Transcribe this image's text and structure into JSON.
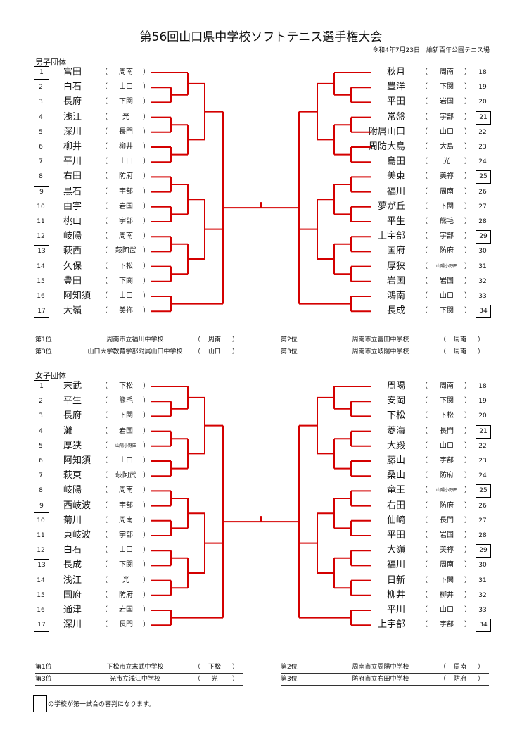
{
  "title": "第56回山口県中学校ソフトテニス選手権大会",
  "subtitle": "令和4年7月23日　維新百年公園テニス場",
  "boys": {
    "label": "男子団体",
    "left": [
      {
        "seed": "1",
        "school": "富田",
        "pref": "周南",
        "box": true
      },
      {
        "seed": "2",
        "school": "白石",
        "pref": "山口",
        "box": false
      },
      {
        "seed": "3",
        "school": "長府",
        "pref": "下関",
        "box": false
      },
      {
        "seed": "4",
        "school": "浅江",
        "pref": "光",
        "box": false
      },
      {
        "seed": "5",
        "school": "深川",
        "pref": "長門",
        "box": false
      },
      {
        "seed": "6",
        "school": "柳井",
        "pref": "柳井",
        "box": false
      },
      {
        "seed": "7",
        "school": "平川",
        "pref": "山口",
        "box": false
      },
      {
        "seed": "8",
        "school": "右田",
        "pref": "防府",
        "box": false
      },
      {
        "seed": "9",
        "school": "黒石",
        "pref": "宇部",
        "box": true
      },
      {
        "seed": "10",
        "school": "由宇",
        "pref": "岩国",
        "box": false
      },
      {
        "seed": "11",
        "school": "桃山",
        "pref": "宇部",
        "box": false
      },
      {
        "seed": "12",
        "school": "岐陽",
        "pref": "周南",
        "box": false
      },
      {
        "seed": "13",
        "school": "萩西",
        "pref": "萩阿武",
        "box": true
      },
      {
        "seed": "14",
        "school": "久保",
        "pref": "下松",
        "box": false
      },
      {
        "seed": "15",
        "school": "豊田",
        "pref": "下関",
        "box": false
      },
      {
        "seed": "16",
        "school": "阿知須",
        "pref": "山口",
        "box": false
      },
      {
        "seed": "17",
        "school": "大嶺",
        "pref": "美祢",
        "box": true
      }
    ],
    "right": [
      {
        "seed": "18",
        "school": "秋月",
        "pref": "周南",
        "box": false
      },
      {
        "seed": "19",
        "school": "豊洋",
        "pref": "下関",
        "box": false
      },
      {
        "seed": "20",
        "school": "平田",
        "pref": "岩国",
        "box": false
      },
      {
        "seed": "21",
        "school": "常盤",
        "pref": "宇部",
        "box": true
      },
      {
        "seed": "22",
        "school": "附属山口",
        "pref": "山口",
        "box": false
      },
      {
        "seed": "23",
        "school": "周防大島",
        "pref": "大島",
        "box": false
      },
      {
        "seed": "24",
        "school": "島田",
        "pref": "光",
        "box": false
      },
      {
        "seed": "25",
        "school": "美東",
        "pref": "美祢",
        "box": true
      },
      {
        "seed": "26",
        "school": "福川",
        "pref": "周南",
        "box": false
      },
      {
        "seed": "27",
        "school": "夢が丘",
        "pref": "下関",
        "box": false
      },
      {
        "seed": "28",
        "school": "平生",
        "pref": "熊毛",
        "box": false
      },
      {
        "seed": "29",
        "school": "上宇部",
        "pref": "宇部",
        "box": true
      },
      {
        "seed": "30",
        "school": "国府",
        "pref": "防府",
        "box": false
      },
      {
        "seed": "31",
        "school": "厚狭",
        "pref": "山陽小野田",
        "box": false
      },
      {
        "seed": "32",
        "school": "岩国",
        "pref": "岩国",
        "box": false
      },
      {
        "seed": "33",
        "school": "鴻南",
        "pref": "山口",
        "box": false
      },
      {
        "seed": "34",
        "school": "長成",
        "pref": "下関",
        "box": true
      }
    ],
    "results": {
      "first_label": "第1位",
      "first_school": "周南市立福川中学校",
      "first_pref": "周南",
      "second_label": "第2位",
      "second_school": "周南市立富田中学校",
      "second_pref": "周南",
      "third_label": "第3位",
      "third_school": "山口大学教育学部附属山口中学校",
      "third_pref": "山口",
      "third2_label": "第3位",
      "third2_school": "周南市立岐陽中学校",
      "third2_pref": "周南"
    }
  },
  "girls": {
    "label": "女子団体",
    "left": [
      {
        "seed": "1",
        "school": "末武",
        "pref": "下松",
        "box": true
      },
      {
        "seed": "2",
        "school": "平生",
        "pref": "熊毛",
        "box": false
      },
      {
        "seed": "3",
        "school": "長府",
        "pref": "下関",
        "box": false
      },
      {
        "seed": "4",
        "school": "灘",
        "pref": "岩国",
        "box": false
      },
      {
        "seed": "5",
        "school": "厚狭",
        "pref": "山陽小野田",
        "box": false
      },
      {
        "seed": "6",
        "school": "阿知須",
        "pref": "山口",
        "box": false
      },
      {
        "seed": "7",
        "school": "萩東",
        "pref": "萩阿武",
        "box": false
      },
      {
        "seed": "8",
        "school": "岐陽",
        "pref": "周南",
        "box": false
      },
      {
        "seed": "9",
        "school": "西岐波",
        "pref": "宇部",
        "box": true
      },
      {
        "seed": "10",
        "school": "菊川",
        "pref": "周南",
        "box": false
      },
      {
        "seed": "11",
        "school": "東岐波",
        "pref": "宇部",
        "box": false
      },
      {
        "seed": "12",
        "school": "白石",
        "pref": "山口",
        "box": false
      },
      {
        "seed": "13",
        "school": "長成",
        "pref": "下関",
        "box": true
      },
      {
        "seed": "14",
        "school": "浅江",
        "pref": "光",
        "box": false
      },
      {
        "seed": "15",
        "school": "国府",
        "pref": "防府",
        "box": false
      },
      {
        "seed": "16",
        "school": "通津",
        "pref": "岩国",
        "box": false
      },
      {
        "seed": "17",
        "school": "深川",
        "pref": "長門",
        "box": true
      }
    ],
    "right": [
      {
        "seed": "18",
        "school": "周陽",
        "pref": "周南",
        "box": false
      },
      {
        "seed": "19",
        "school": "安岡",
        "pref": "下関",
        "box": false
      },
      {
        "seed": "20",
        "school": "下松",
        "pref": "下松",
        "box": false
      },
      {
        "seed": "21",
        "school": "菱海",
        "pref": "長門",
        "box": true
      },
      {
        "seed": "22",
        "school": "大殿",
        "pref": "山口",
        "box": false
      },
      {
        "seed": "23",
        "school": "藤山",
        "pref": "宇部",
        "box": false
      },
      {
        "seed": "24",
        "school": "桑山",
        "pref": "防府",
        "box": false
      },
      {
        "seed": "25",
        "school": "竜王",
        "pref": "山陽小野田",
        "box": true
      },
      {
        "seed": "26",
        "school": "右田",
        "pref": "防府",
        "box": false
      },
      {
        "seed": "27",
        "school": "仙崎",
        "pref": "長門",
        "box": false
      },
      {
        "seed": "28",
        "school": "平田",
        "pref": "岩国",
        "box": false
      },
      {
        "seed": "29",
        "school": "大嶺",
        "pref": "美祢",
        "box": true
      },
      {
        "seed": "30",
        "school": "福川",
        "pref": "周南",
        "box": false
      },
      {
        "seed": "31",
        "school": "日新",
        "pref": "下関",
        "box": false
      },
      {
        "seed": "32",
        "school": "柳井",
        "pref": "柳井",
        "box": false
      },
      {
        "seed": "33",
        "school": "平川",
        "pref": "山口",
        "box": false
      },
      {
        "seed": "34",
        "school": "上宇部",
        "pref": "宇部",
        "box": true
      }
    ],
    "results": {
      "first_label": "第1位",
      "first_school": "下松市立末武中学校",
      "first_pref": "下松",
      "second_label": "第2位",
      "second_school": "周南市立周陽中学校",
      "second_pref": "周南",
      "third_label": "第3位",
      "third_school": "光市立浅江中学校",
      "third_pref": "光",
      "third2_label": "第3位",
      "third2_school": "防府市立右田中学校",
      "third2_pref": "防府"
    }
  },
  "paren_open": "（",
  "paren_close": "）",
  "legend": "の学校が第一試合の審判になります。"
}
